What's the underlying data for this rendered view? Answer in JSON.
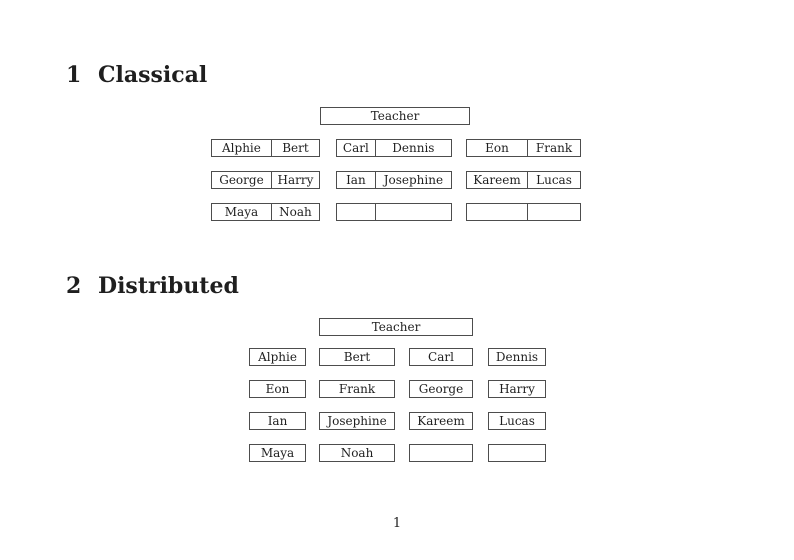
{
  "colors": {
    "background": "#ffffff",
    "ink": "#1f1f1f",
    "border": "#4d4d4d"
  },
  "page_number": "1",
  "sections": [
    {
      "number": "1",
      "title": "Classical",
      "teacher_label": "Teacher",
      "rows": [
        [
          [
            "Alphie",
            "Bert"
          ],
          [
            "Carl",
            "Dennis"
          ],
          [
            "Eon",
            "Frank"
          ]
        ],
        [
          [
            "George",
            "Harry"
          ],
          [
            "Ian",
            "Josephine"
          ],
          [
            "Kareem",
            "Lucas"
          ]
        ],
        [
          [
            "Maya",
            "Noah"
          ],
          [
            "",
            ""
          ],
          [
            "",
            ""
          ]
        ]
      ]
    },
    {
      "number": "2",
      "title": "Distributed",
      "teacher_label": "Teacher",
      "rows": [
        [
          "Alphie",
          "Bert",
          "Carl",
          "Dennis"
        ],
        [
          "Eon",
          "Frank",
          "George",
          "Harry"
        ],
        [
          "Ian",
          "Josephine",
          "Kareem",
          "Lucas"
        ],
        [
          "Maya",
          "Noah",
          "",
          ""
        ]
      ]
    }
  ]
}
